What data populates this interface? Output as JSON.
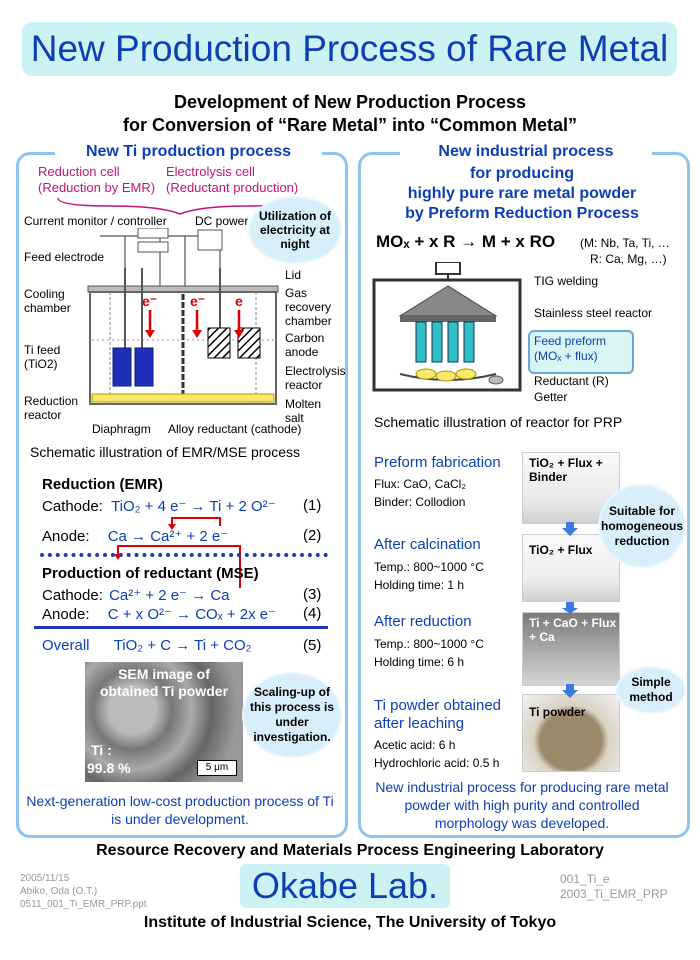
{
  "header": {
    "title": "New Production Process of Rare Metal",
    "subtitle1": "Development of New Production Process",
    "subtitle2": "for Conversion of “Rare Metal” into “Common Metal”"
  },
  "left": {
    "heading": "New Ti production process",
    "reduction_cell": "Reduction cell",
    "reduction_cell_sub": "(Reduction by EMR)",
    "electrolysis_cell": "Electrolysis cell",
    "electrolysis_cell_sub": "(Reductant production)",
    "cloud1": "Utilization of electricity at night",
    "lbl_current": "Current monitor / controller",
    "lbl_dc": "DC power",
    "lbl_feed_electrode": "Feed electrode",
    "lbl_lid": "Lid",
    "lbl_cooling": "Cooling chamber",
    "lbl_gas": "Gas recovery chamber",
    "lbl_ti_feed": "Ti feed",
    "lbl_tio2": "(TiO2)",
    "lbl_carbon": "Carbon anode",
    "lbl_electrolysis_reactor": "Electrolysis reactor",
    "lbl_reduction_reactor": "Reduction reactor",
    "lbl_molten": "Molten salt",
    "lbl_diaphragm": "Diaphragm",
    "lbl_alloy": "Alloy reductant (cathode)",
    "caption": "Schematic illustration of EMR/MSE process",
    "reduction_title": "Reduction (EMR)",
    "cathode": "Cathode:",
    "anode": "Anode:",
    "eq1": "TiO₂ + 4 e⁻ → Ti + 2 O²⁻",
    "eq1_num": "(1)",
    "eq2": "Ca →  Ca²⁺ + 2 e⁻",
    "eq2_num": "(2)",
    "reductant_title": "Production of reductant (MSE)",
    "eq3": "Ca²⁺ + 2 e⁻ → Ca",
    "eq3_num": "(3)",
    "eq4": "C + x O²⁻  →  COₓ + 2x e⁻",
    "eq4_num": "(4)",
    "overall": "Overall",
    "eq5": "TiO₂ + C → Ti + CO₂",
    "eq5_num": "(5)",
    "sem_title": "SEM image of obtained Ti powder",
    "sem_ti": "Ti :",
    "sem_pct": "99.8 %",
    "sem_scale": "5 μm",
    "cloud2": "Scaling-up of this process is under investigation.",
    "footer": "Next-generation low-cost production process of Ti is under development."
  },
  "right": {
    "heading1": "New industrial process",
    "heading2": "for producing",
    "heading3": "highly pure rare metal powder",
    "heading4": "by Preform Reduction Process",
    "reaction": "MOₓ + x R → M + x RO",
    "reaction_note1": "(M: Nb, Ta, Ti, …",
    "reaction_note2": "R: Ca, Mg, …)",
    "lbl_tig": "TIG welding",
    "lbl_stainless": "Stainless steel reactor",
    "lbl_feed_preform": "Feed preform",
    "lbl_feed_preform_sub": "(MOₓ + flux)",
    "lbl_reductant": "Reductant (R)",
    "lbl_getter": "Getter",
    "caption": "Schematic illustration of reactor for PRP",
    "step1_title": "Preform fabrication",
    "step1_l1": "Flux: CaO, CaCl₂",
    "step1_l2": "Binder: Collodion",
    "step1_photo": "TiO₂ + Flux + Binder",
    "step2_title": "After calcination",
    "step2_l1": "Temp.: 800~1000 °C",
    "step2_l2": "Holding time: 1 h",
    "step2_photo": "TiO₂ + Flux",
    "step3_title": "After reduction",
    "step3_l1": "Temp.: 800~1000 °C",
    "step3_l2": "Holding time: 6 h",
    "step3_photo": "Ti + CaO + Flux + Ca",
    "step4_title1": "Ti powder obtained",
    "step4_title2": "after leaching",
    "step4_l1": "Acetic acid: 6 h",
    "step4_l2": "Hydrochloric acid: 0.5 h",
    "step4_photo": "Ti powder",
    "cloud_homog": "Suitable for homogeneous reduction",
    "cloud_simple": "Simple method",
    "footer": "New industrial process for producing rare metal powder with high purity and controlled morphology was developed."
  },
  "bottom": {
    "lab": "Resource Recovery and Materials Process Engineering Laboratory",
    "meta1": "2005/11/15",
    "meta2": "Abiko, Oda (O.T.)",
    "meta3": "0511_001_Ti_EMR_PRP.ppt",
    "okabe": "Okabe Lab.",
    "code1": "001_Ti_e",
    "code2": "2003_Ti_EMR_PRP",
    "institute": "Institute of Industrial Science, The University of Tokyo"
  }
}
